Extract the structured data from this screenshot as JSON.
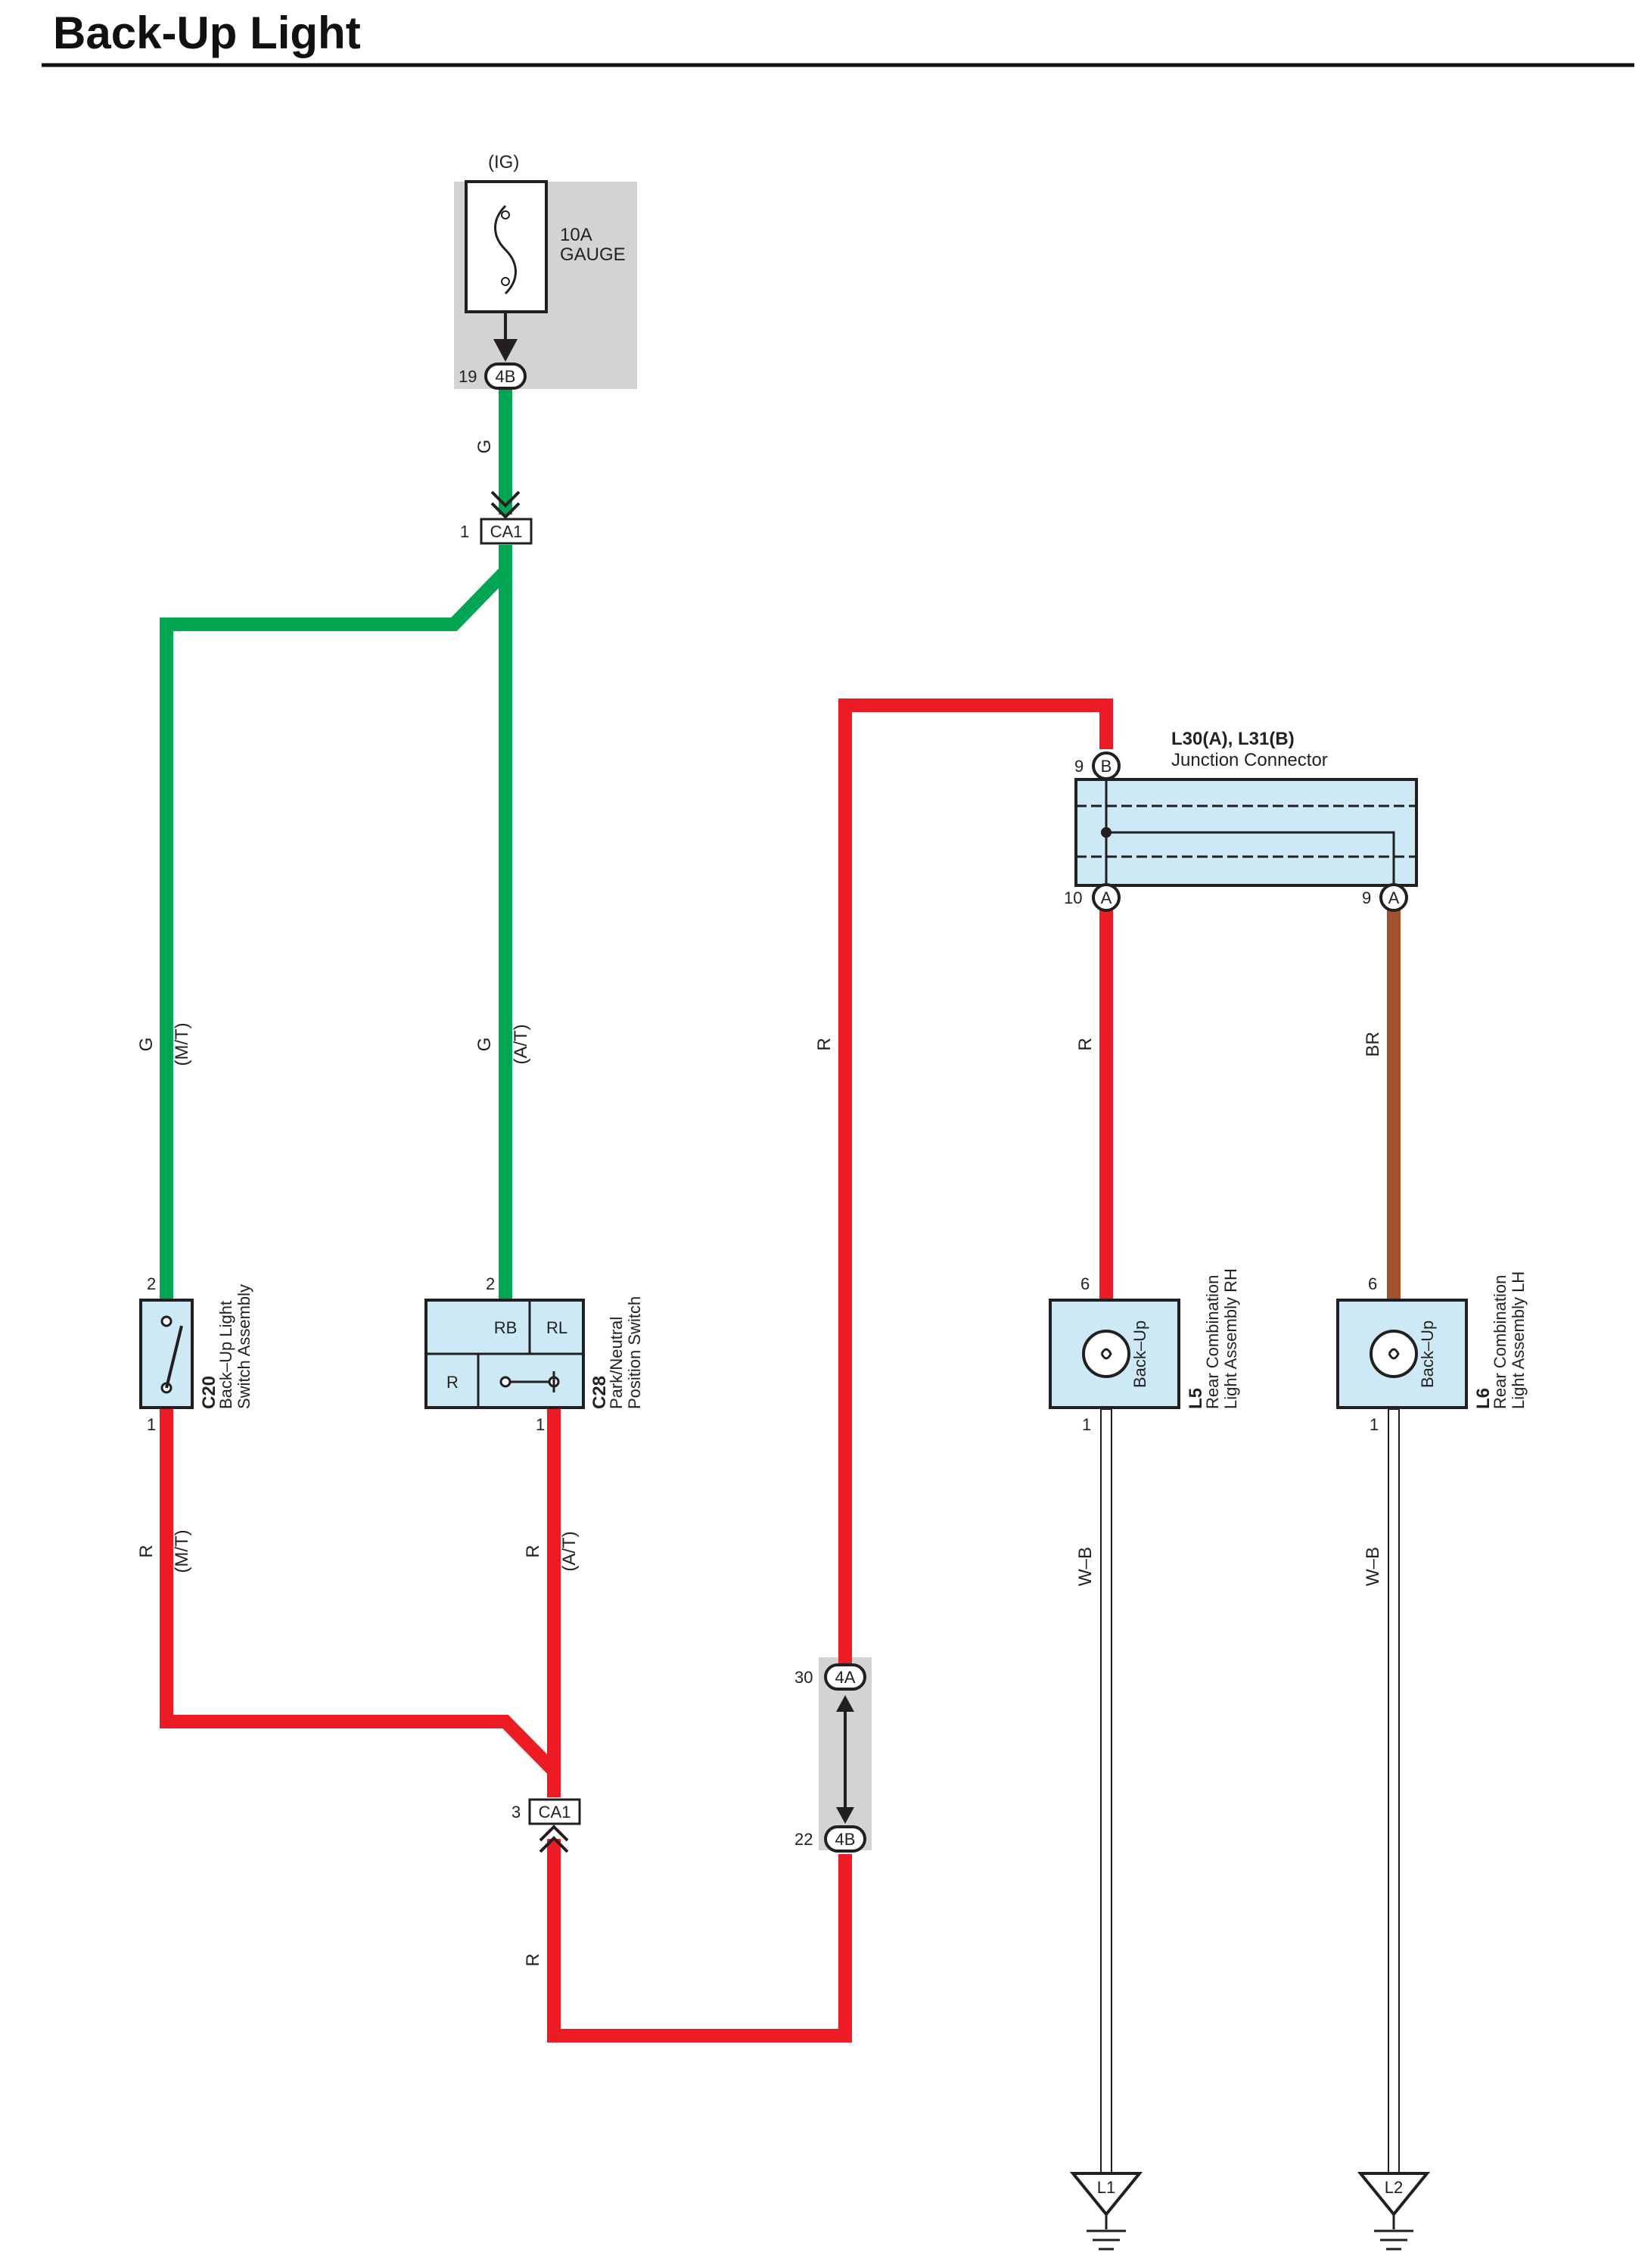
{
  "title": "Back-Up Light",
  "colors": {
    "green": "#00a651",
    "red": "#ed1c24",
    "brown": "#a0522d",
    "component_fill": "#cde9f6",
    "splice_fill": "#d3d3d4",
    "white_wire_outline": "#231f20"
  },
  "power": {
    "ig_label": "(IG)",
    "fuse_amp": "10A",
    "fuse_name": "GAUGE",
    "pin_19": "19",
    "conn_4b_top": "4B"
  },
  "wires": {
    "g_top": "G",
    "g_mt": "G",
    "mt_top": "(M/T)",
    "g_at": "G",
    "at_top": "(A/T)",
    "r_long": "R",
    "r_l5": "R",
    "br_l6": "BR",
    "r_mt": "R",
    "mt_bot": "(M/T)",
    "r_at": "R",
    "at_bot": "(A/T)",
    "r_bottom": "R",
    "wb_l5": "W–B",
    "wb_l6": "W–B"
  },
  "connectors": {
    "ca1_top_label": "CA1",
    "ca1_top_pin": "1",
    "ca1_bot_label": "CA1",
    "ca1_bot_pin": "3",
    "j4a_label": "4A",
    "j4a_pin": "30",
    "j4b_label": "4B",
    "j4b_pin": "22"
  },
  "junction": {
    "id": "L30(A), L31(B)",
    "name": "Junction Connector",
    "pin_b9": "9",
    "term_b": "B",
    "pin_a10": "10",
    "term_a_left": "A",
    "pin_a9": "9",
    "term_a_right": "A"
  },
  "c20": {
    "id": "C20",
    "name_line1": "Back–Up Light",
    "name_line2": "Switch Assembly",
    "pin_top": "2",
    "pin_bot": "1"
  },
  "c28": {
    "id": "C28",
    "name_line1": "Park/Neutral",
    "name_line2": "Position Switch",
    "pin_top": "2",
    "pin_bot": "1",
    "cell_rb": "RB",
    "cell_rl": "RL",
    "cell_r": "R"
  },
  "l5": {
    "id": "L5",
    "name_line1": "Rear Combination",
    "name_line2": "Light Assembly RH",
    "bulb": "Back–Up",
    "pin_top": "6",
    "pin_bot": "1",
    "ground": "L1"
  },
  "l6": {
    "id": "L6",
    "name_line1": "Rear Combination",
    "name_line2": "Light Assembly LH",
    "bulb": "Back–Up",
    "pin_top": "6",
    "pin_bot": "1",
    "ground": "L2"
  }
}
